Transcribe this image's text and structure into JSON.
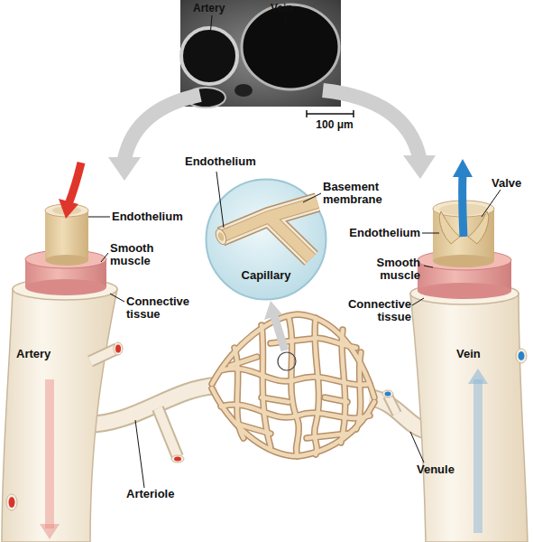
{
  "diagram": {
    "nodes": [
      {
        "text": [
          "Capillary"
        ]
      }
    ],
    "labels": [
      "Artery",
      "Vein",
      "100 μm",
      "Endothelium",
      "Basement membrane",
      "Valve",
      "Endothelium",
      "Endothelium",
      "Smooth muscle",
      "Smooth muscle",
      "Connective tissue",
      "Connective tissue",
      "Artery",
      "Vein",
      "Arteriole",
      "Venule"
    ]
  }
}
